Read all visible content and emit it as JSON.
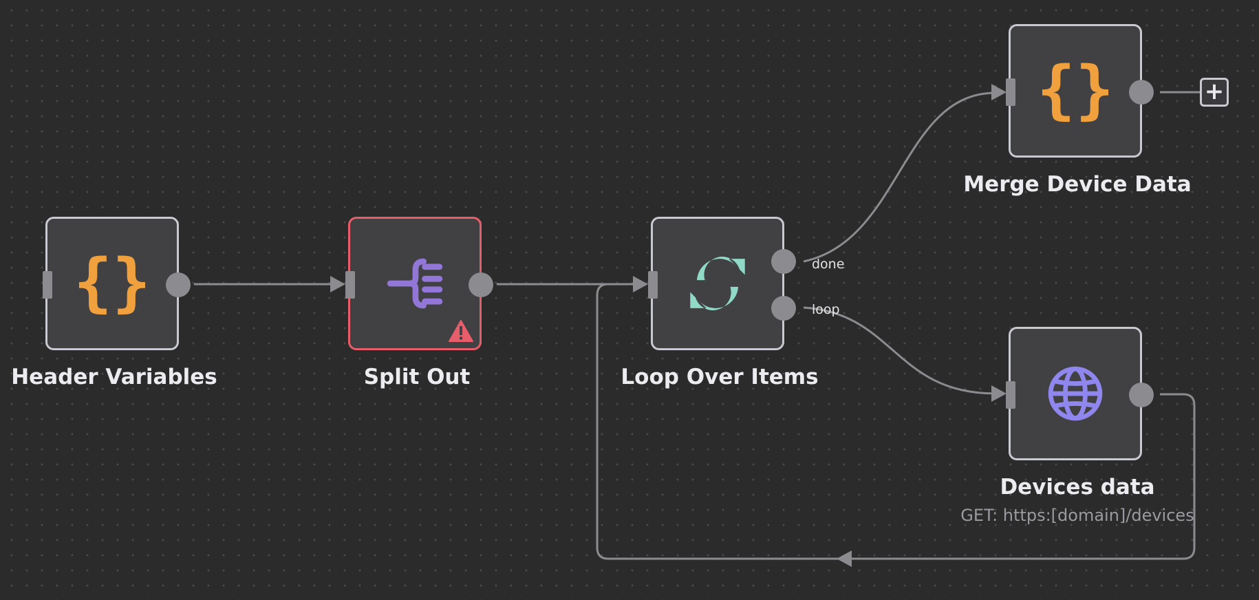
{
  "nodes": {
    "header_variables": {
      "label": "Header Variables",
      "icon": "braces-icon",
      "color": "#f0a03c"
    },
    "split_out": {
      "label": "Split Out",
      "icon": "split-out-icon",
      "color": "#9277d8",
      "status": "warning"
    },
    "loop_over_items": {
      "label": "Loop Over Items",
      "icon": "loop-icon",
      "color": "#8fd9c6",
      "outputs": {
        "done": "done",
        "loop": "loop"
      }
    },
    "merge_device_data": {
      "label": "Merge Device Data",
      "icon": "braces-icon",
      "color": "#f0a03c"
    },
    "devices_data": {
      "label": "Devices data",
      "subtitle": "GET: https:[domain]/devices",
      "icon": "globe-icon",
      "color": "#8f86ee"
    }
  },
  "add_node_button": {
    "label": "+"
  },
  "colors": {
    "canvas": "#2b2b2c",
    "node_bg": "#414143",
    "node_border": "#c9c9d1",
    "error_border": "#e85d6a",
    "edge": "#8c8c90"
  }
}
